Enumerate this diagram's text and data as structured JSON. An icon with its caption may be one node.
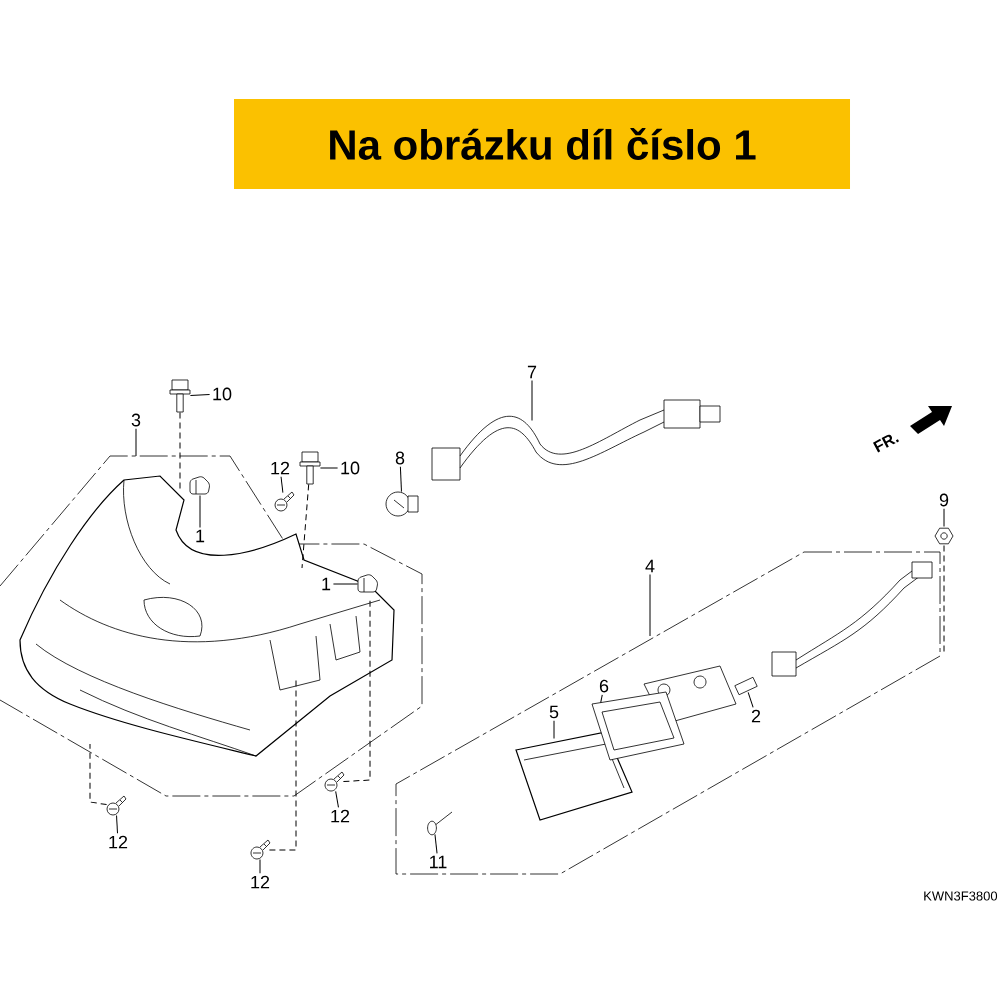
{
  "diagram": {
    "nodes": [
      {
        "text": [
          "Na obrázku díl číslo 1"
        ]
      },
      {
        "text": [
          "10"
        ]
      },
      {
        "text": [],
        "shape": "picture"
      },
      {
        "text": [
          "3"
        ]
      },
      {
        "text": [],
        "shape": "picture"
      },
      {
        "text": [
          "12"
        ]
      },
      {
        "text": [],
        "shape": "picture"
      },
      {
        "text": [
          "10"
        ]
      },
      {
        "text": [],
        "shape": "picture"
      },
      {
        "text": [
          "1"
        ]
      },
      {
        "text": [],
        "shape": "picture"
      },
      {
        "text": [
          "8"
        ]
      },
      {
        "text": [],
        "shape": "picture"
      },
      {
        "text": [
          "1"
        ],
        "in": 4
      },
      {
        "text": [],
        "shape": "picture"
      },
      {
        "text": [
          "12"
        ]
      },
      {
        "text": [],
        "shape": "picture"
      },
      {
        "text": [
          "12"
        ]
      },
      {
        "text": [],
        "shape": "picture"
      },
      {
        "text": [
          "12"
        ]
      },
      {
        "text": [],
        "shape": "picture"
      },
      {
        "text": [
          "7"
        ]
      },
      {
        "text": [],
        "shape": "picture"
      },
      {
        "text": [
          "9"
        ]
      },
      {
        "text": [],
        "shape": "picture"
      },
      {
        "text": [
          "4"
        ]
      },
      {
        "text": [],
        "shape": "picture"
      },
      {
        "text": [
          "5"
        ],
        "in": 26
      },
      {
        "text": [],
        "shape": "picture",
        "in": 26
      },
      {
        "text": [
          "6"
        ],
        "in": 26
      },
      {
        "text": [],
        "shape": "picture",
        "in": 26
      },
      {
        "text": [
          "2"
        ],
        "in": 26
      },
      {
        "text": [],
        "shape": "picture",
        "in": 26
      },
      {
        "text": [
          "11"
        ],
        "in": 26
      },
      {
        "text": [],
        "shape": "picture",
        "in": 26
      }
    ],
    "edges": [
      {
        "from": 1,
        "to": 2,
        "arrow": "none"
      },
      {
        "from": 3,
        "to": 4,
        "arrow": "none"
      },
      {
        "from": 5,
        "to": 6,
        "arrow": "none"
      },
      {
        "from": 7,
        "to": 8,
        "arrow": "none"
      },
      {
        "from": 9,
        "to": 10,
        "arrow": "none"
      },
      {
        "from": 11,
        "to": 12,
        "arrow": "none"
      },
      {
        "from": 13,
        "to": 14,
        "arrow": "none"
      },
      {
        "from": 15,
        "to": 16,
        "arrow": "none"
      },
      {
        "from": 17,
        "to": 18,
        "arrow": "none"
      },
      {
        "from": 19,
        "to": 20,
        "arrow": "none"
      },
      {
        "from": 21,
        "to": 22,
        "arrow": "none"
      },
      {
        "from": 23,
        "to": 24,
        "arrow": "none"
      },
      {
        "from": 25,
        "to": 26,
        "arrow": "none"
      },
      {
        "from": 27,
        "to": 28,
        "arrow": "none"
      },
      {
        "from": 29,
        "to": 30,
        "arrow": "none"
      },
      {
        "from": 31,
        "to": 32,
        "arrow": "none"
      },
      {
        "from": 33,
        "to": 34,
        "arrow": "none"
      },
      {
        "from": 2,
        "to": 4,
        "arrow": "none",
        "style": "dashed"
      },
      {
        "from": 8,
        "to": 4,
        "arrow": "none",
        "style": "dashed"
      },
      {
        "from": 16,
        "to": 4,
        "arrow": "none",
        "style": "dashed"
      },
      {
        "from": 20,
        "to": 4,
        "arrow": "none",
        "style": "dashed"
      },
      {
        "from": 18,
        "to": 4,
        "arrow": "none",
        "style": "dashed"
      },
      {
        "from": 24,
        "to": 26,
        "arrow": "none",
        "style": "dashed"
      }
    ],
    "labels": [
      "FR.",
      "KWN3F3800"
    ]
  }
}
